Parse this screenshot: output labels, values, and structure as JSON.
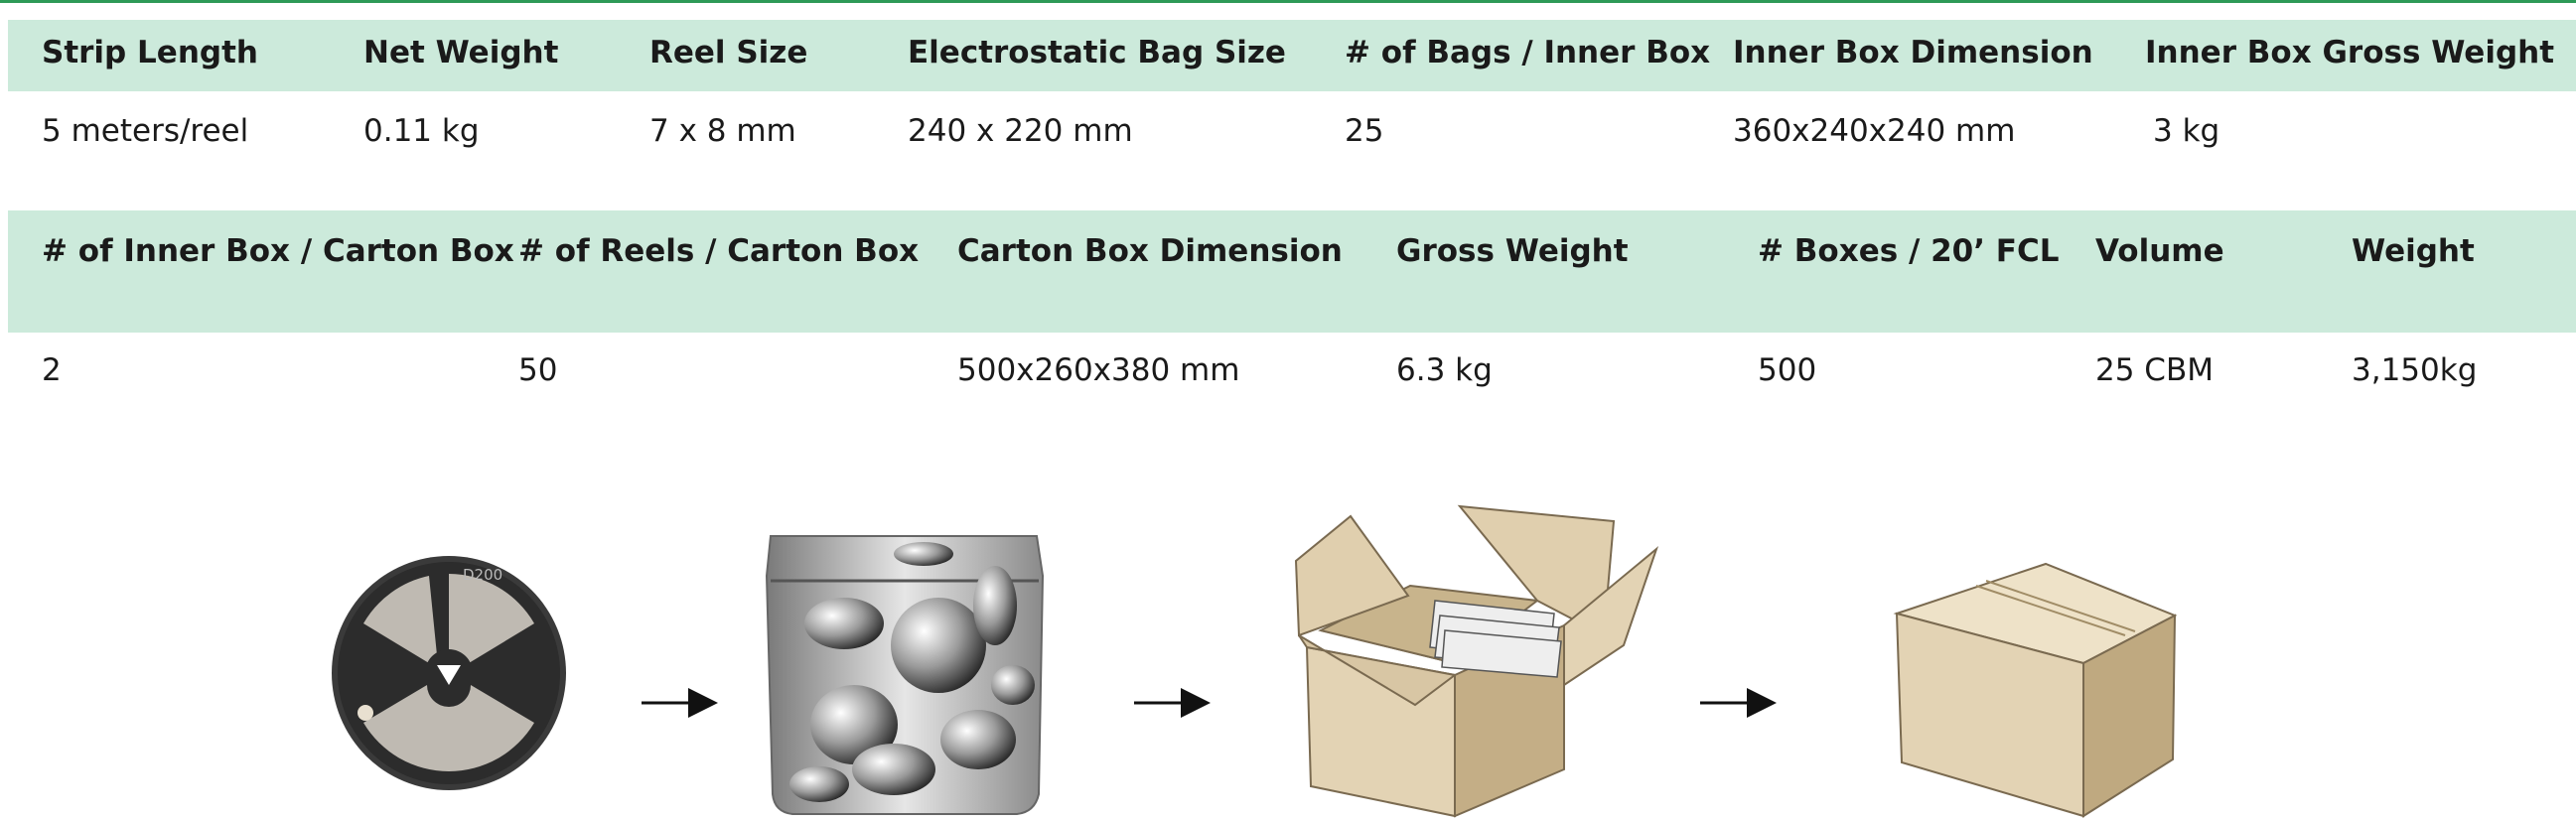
{
  "table1": {
    "headers": [
      "Strip Length",
      "Net Weight",
      "Reel Size",
      "Electrostatic Bag Size",
      "# of Bags / Inner Box",
      "Inner Box Dimension",
      "Inner Box Gross Weight"
    ],
    "values": [
      "5 meters/reel",
      "0.11 kg",
      "7 x 8 mm",
      "240 x 220 mm",
      "25",
      "360x240x240 mm",
      "3 kg"
    ]
  },
  "table2": {
    "headers": [
      "# of Inner Box / Carton Box",
      "# of Reels / Carton Box",
      "Carton Box Dimension",
      "Gross Weight",
      "# Boxes / 20’ FCL",
      "Volume",
      "Weight"
    ],
    "values": [
      "2",
      "50",
      "500x260x380 mm",
      "6.3 kg",
      "500",
      "25 CBM",
      "3,150kg"
    ]
  },
  "illustration": {
    "reel_label": "D200",
    "steps": [
      "led-reel",
      "electrostatic-bag",
      "open-inner-box",
      "sealed-carton-box"
    ]
  },
  "colors": {
    "header_band": "#cceadb",
    "top_rule": "#2e9a57",
    "cardboard": "#d8c6a4"
  }
}
